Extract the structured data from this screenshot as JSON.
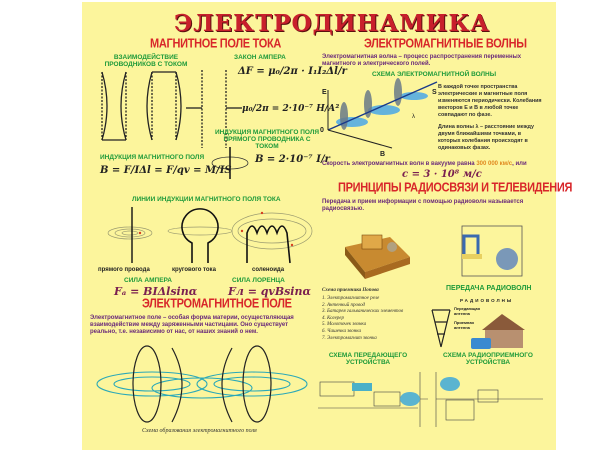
{
  "poster": {
    "title": "ЭЛЕКТРОДИНАМИКА",
    "background_color": "#fcf59c",
    "accent_red": "#d8262a",
    "accent_green": "#1e9a3a",
    "left": {
      "magnetic_field": {
        "heading": "МАГНИТНОЕ ПОЛЕ ТОКА",
        "interaction_label": "ВЗАИМОДЕЙСТВИЕ ПРОВОДНИКОВ С ТОКОМ",
        "ampere_law_label": "ЗАКОН АМПЕРА",
        "ampere_law_formula": "ΔF = μ₀/2π · I₁I₂Δl/r",
        "mu_formula": "μ₀/2π = 2·10⁻⁷ Н/А²",
        "straight_induction_label": "ИНДУКЦИЯ МАГНИТНОГО ПОЛЯ ПРЯМОГО ПРОВОДНИКА С ТОКОМ",
        "straight_induction_formula": "B = 2·10⁻⁷ I/r",
        "induction_label": "ИНДУКЦИЯ МАГНИТНОГО ПОЛЯ",
        "induction_formula": "B = F/IΔl = F/qv = M/IS",
        "field_lines_label": "ЛИНИИ ИНДУКЦИИ МАГНИТНОГО ПОЛЯ ТОКА",
        "field_line_captions": [
          "прямого провода",
          "кругового тока",
          "соленоида"
        ],
        "ampere_force_label": "СИЛА АМПЕРА",
        "ampere_force_formula": "Fₐ = BIΔlsinα",
        "lorentz_force_label": "СИЛА ЛОРЕНЦА",
        "lorentz_force_formula": "Fл = qvBsinα"
      },
      "em_field": {
        "heading": "ЭЛЕКТРОМАГНИТНОЕ ПОЛЕ",
        "definition": "Электромагнитное поле – особая форма материи, осуществляющая взаимодействие между заряженными частицами. Оно существует реально, т.е. независимо от нас, от наших знаний о нем.",
        "caption": "Схема образования электромагнитного поля"
      }
    },
    "right": {
      "em_waves": {
        "heading": "ЭЛЕКТРОМАГНИТНЫЕ ВОЛНЫ",
        "definition": "Электромагнитная волна – процесс распространения переменных магнитного и электрического полей.",
        "scheme_label": "СХЕМА ЭЛЕКТРОМАГНИТНОЙ ВОЛНЫ",
        "axis_labels": {
          "e": "E",
          "b": "B",
          "s": "S",
          "origin": "0",
          "lambda": "λ"
        },
        "description_1": "В каждой точке пространства электрические и магнитные поля изменяются периодически. Колебания векторов E и B в любой точке совпадают по фазе.",
        "description_2": "Длина волны λ – расстояние между двумя ближайшими точками, в которых колебания происходят в одинаковых фазах.",
        "speed_text": "Скорость электромагнитных волн в вакууме равна",
        "speed_value": "300 000 км/с",
        "speed_suffix": ", или",
        "speed_formula": "c = 3 · 10⁸ м/с"
      },
      "radio": {
        "heading": "ПРИНЦИПЫ РАДИОСВЯЗИ И ТЕЛЕВИДЕНИЯ",
        "definition": "Передача и прием информации с помощью радиоволн называется радиосвязью.",
        "popov_title": "Схема приемника Попова",
        "popov_items": [
          "1. Электромагнитное реле",
          "2. Антенный провод",
          "3. Батарея гальванических элементов",
          "4. Когерер",
          "5. Молоточек звонка",
          "6. Чашечка звонка",
          "7. Электромагнит звонка"
        ],
        "transmission_label": "ПЕРЕДАЧА РАДИОВОЛН",
        "radiowaves_label": "РАДИОВОЛНЫ",
        "transmit_antenna": "Передающая антенна",
        "receive_antenna": "Приемная антенна",
        "transmitter_scheme": "СХЕМА ПЕРЕДАЮЩЕГО УСТРОЙСТВА",
        "receiver_scheme": "СХЕМА РАДИОПРИЕМНОГО УСТРОЙСТВА"
      }
    }
  }
}
